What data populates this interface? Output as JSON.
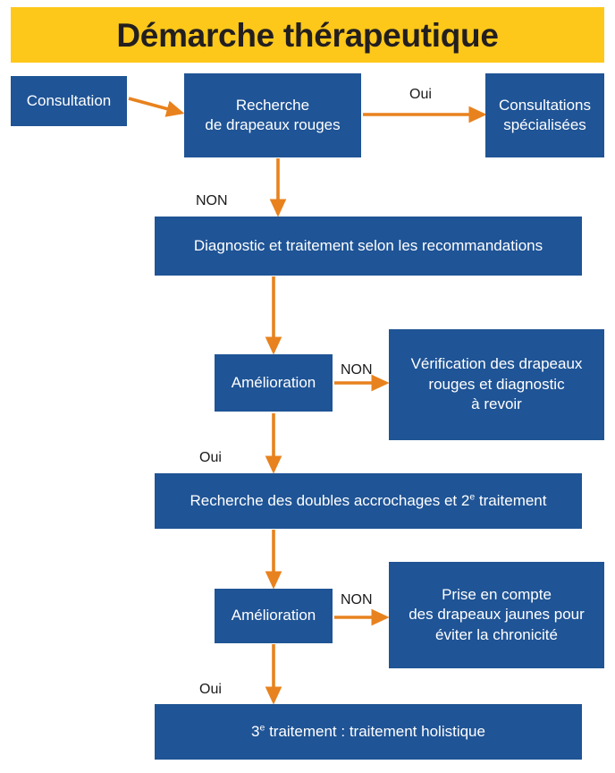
{
  "banner": {
    "title": "Démarche thérapeutique",
    "background_color": "#FDC81A",
    "text_color": "#231F20"
  },
  "theme": {
    "node_fill": "#1F5496",
    "node_text": "#FFFFFF",
    "arrow_color": "#E8821E",
    "label_text": "#1A1A1A",
    "page_background": "#FFFFFF"
  },
  "nodes": [
    {
      "id": "consultation",
      "text": "Consultation"
    },
    {
      "id": "recherche-drapeaux-rouges",
      "line1": "Recherche",
      "line2": "de drapeaux rouges"
    },
    {
      "id": "consultations-specialisees",
      "line1": "Consultations",
      "line2": "spécialisées"
    },
    {
      "id": "diagnostic-traitement",
      "text": "Diagnostic et traitement selon les recommandations"
    },
    {
      "id": "amelioration-1",
      "text": "Amélioration"
    },
    {
      "id": "verification-drapeaux",
      "line1": "Vérification des drapeaux",
      "line2": "rouges et diagnostic",
      "line3": "à revoir"
    },
    {
      "id": "recherche-doubles-accrochages",
      "text_before": "Recherche des doubles accrochages et 2",
      "text_sup": "e",
      "text_after": " traitement"
    },
    {
      "id": "amelioration-2",
      "text": "Amélioration"
    },
    {
      "id": "prise-en-compte-drapeaux-jaunes",
      "line1": "Prise en compte",
      "line2": "des drapeaux jaunes pour",
      "line3": "éviter la chronicité"
    },
    {
      "id": "troisieme-traitement",
      "text_before": "3",
      "text_sup": "e",
      "text_after": " traitement : traitement holistique"
    }
  ],
  "edge_labels": [
    {
      "id": "oui-top",
      "text": "Oui"
    },
    {
      "id": "non-top",
      "text": "NON"
    },
    {
      "id": "non-amelioration-1",
      "text": "NON"
    },
    {
      "id": "oui-amelioration-1",
      "text": "Oui"
    },
    {
      "id": "non-amelioration-2",
      "text": "NON"
    },
    {
      "id": "oui-amelioration-2",
      "text": "Oui"
    }
  ]
}
